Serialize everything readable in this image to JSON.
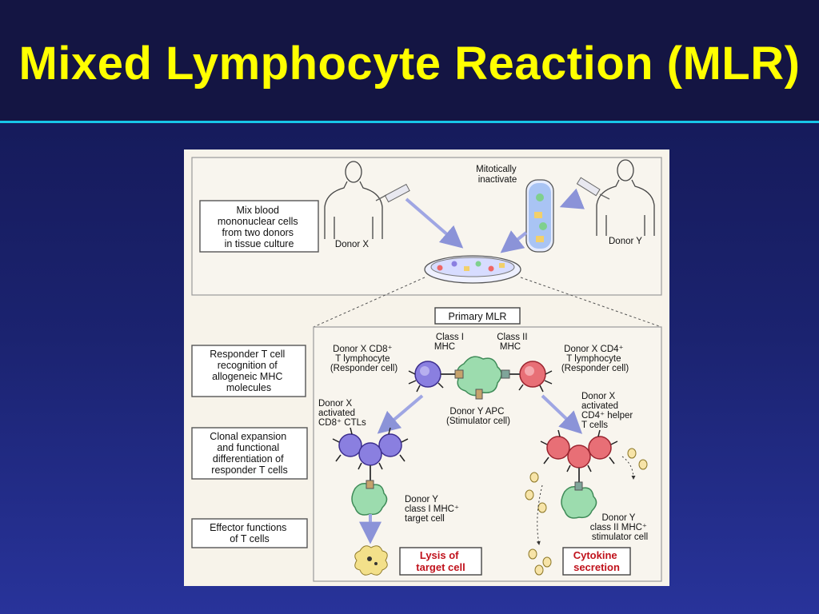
{
  "title": "Mixed Lymphocyte Reaction (MLR)",
  "colors": {
    "title": "#ffff00",
    "rule": "#18c6e8",
    "cd8_cell": "#7b6fd6",
    "cd4_cell": "#e0606a",
    "apc_cell": "#8fd6a8",
    "label_red": "#c0121c"
  },
  "figure": {
    "top_panel": {
      "mix_box": [
        "Mix blood",
        "mononuclear cells",
        "from two donors",
        "in tissue culture"
      ],
      "donor_x": "Donor X",
      "donor_y": "Donor Y",
      "mitotic": [
        "Mitotically",
        "inactivate"
      ]
    },
    "primary_mlr": "Primary MLR",
    "side_boxes": {
      "recognition": [
        "Responder T cell",
        "recognition of",
        "allogeneic MHC",
        "molecules"
      ],
      "expansion": [
        "Clonal expansion",
        "and functional",
        "differentiation of",
        "responder T cells"
      ],
      "effector": [
        "Effector functions",
        "of T cells"
      ]
    },
    "labels": {
      "cd8_responder": [
        "Donor X CD8⁺",
        "T lymphocyte",
        "(Responder cell)"
      ],
      "class_i": [
        "Class I",
        "MHC"
      ],
      "class_ii": [
        "Class II",
        "MHC"
      ],
      "cd4_responder": [
        "Donor X CD4⁺",
        "T lymphocyte",
        "(Responder cell)"
      ],
      "apc": [
        "Donor Y APC",
        "(Stimulator cell)"
      ],
      "ctl": [
        "Donor X",
        "activated",
        "CD8⁺ CTLs"
      ],
      "helper": [
        "Donor X",
        "activated",
        "CD4⁺ helper",
        "T cells"
      ],
      "target": [
        "Donor Y",
        "class I MHC⁺",
        "target cell"
      ],
      "stimulator": [
        "Donor Y",
        "class II MHC⁺",
        "stimulator cell"
      ]
    },
    "outcomes": {
      "lysis": [
        "Lysis of",
        "target cell"
      ],
      "cytokine": [
        "Cytokine",
        "secretion"
      ]
    }
  }
}
